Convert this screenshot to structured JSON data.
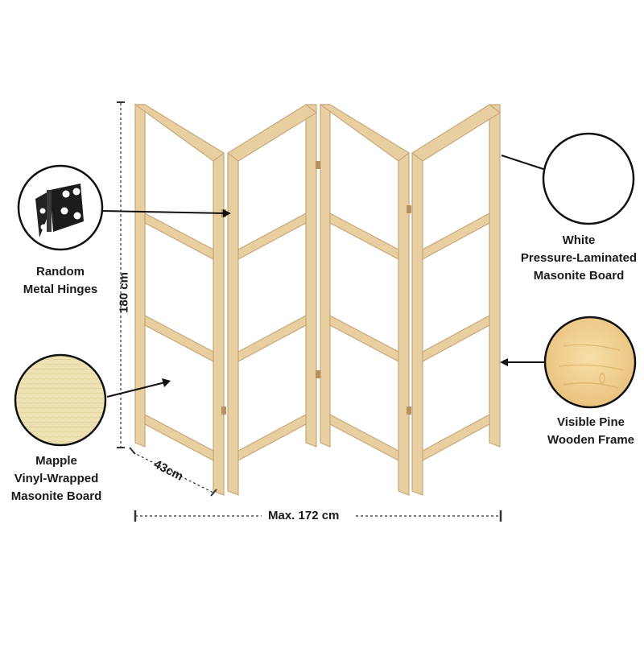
{
  "callouts": {
    "hinges": {
      "lines": [
        "Random",
        "Metal Hinges"
      ],
      "icon": "hinge-icon"
    },
    "maple": {
      "lines": [
        "Mapple",
        "Vinyl-Wrapped",
        "Masonite Board"
      ],
      "swatch_color": "#efe3b6"
    },
    "white": {
      "lines": [
        "White",
        "Pressure-Laminated",
        "Masonite Board"
      ],
      "swatch_color": "#ffffff"
    },
    "pine": {
      "lines": [
        "Visible Pine",
        "Wooden Frame"
      ],
      "swatch_color": "#f2d49a"
    }
  },
  "dimensions": {
    "height": "180 cm",
    "depth": "43cm",
    "width": "Max. 172 cm"
  },
  "colors": {
    "frame_face": "#e8cfa2",
    "frame_edge": "#c9a878",
    "line": "#111111",
    "dashes": "#333333"
  }
}
